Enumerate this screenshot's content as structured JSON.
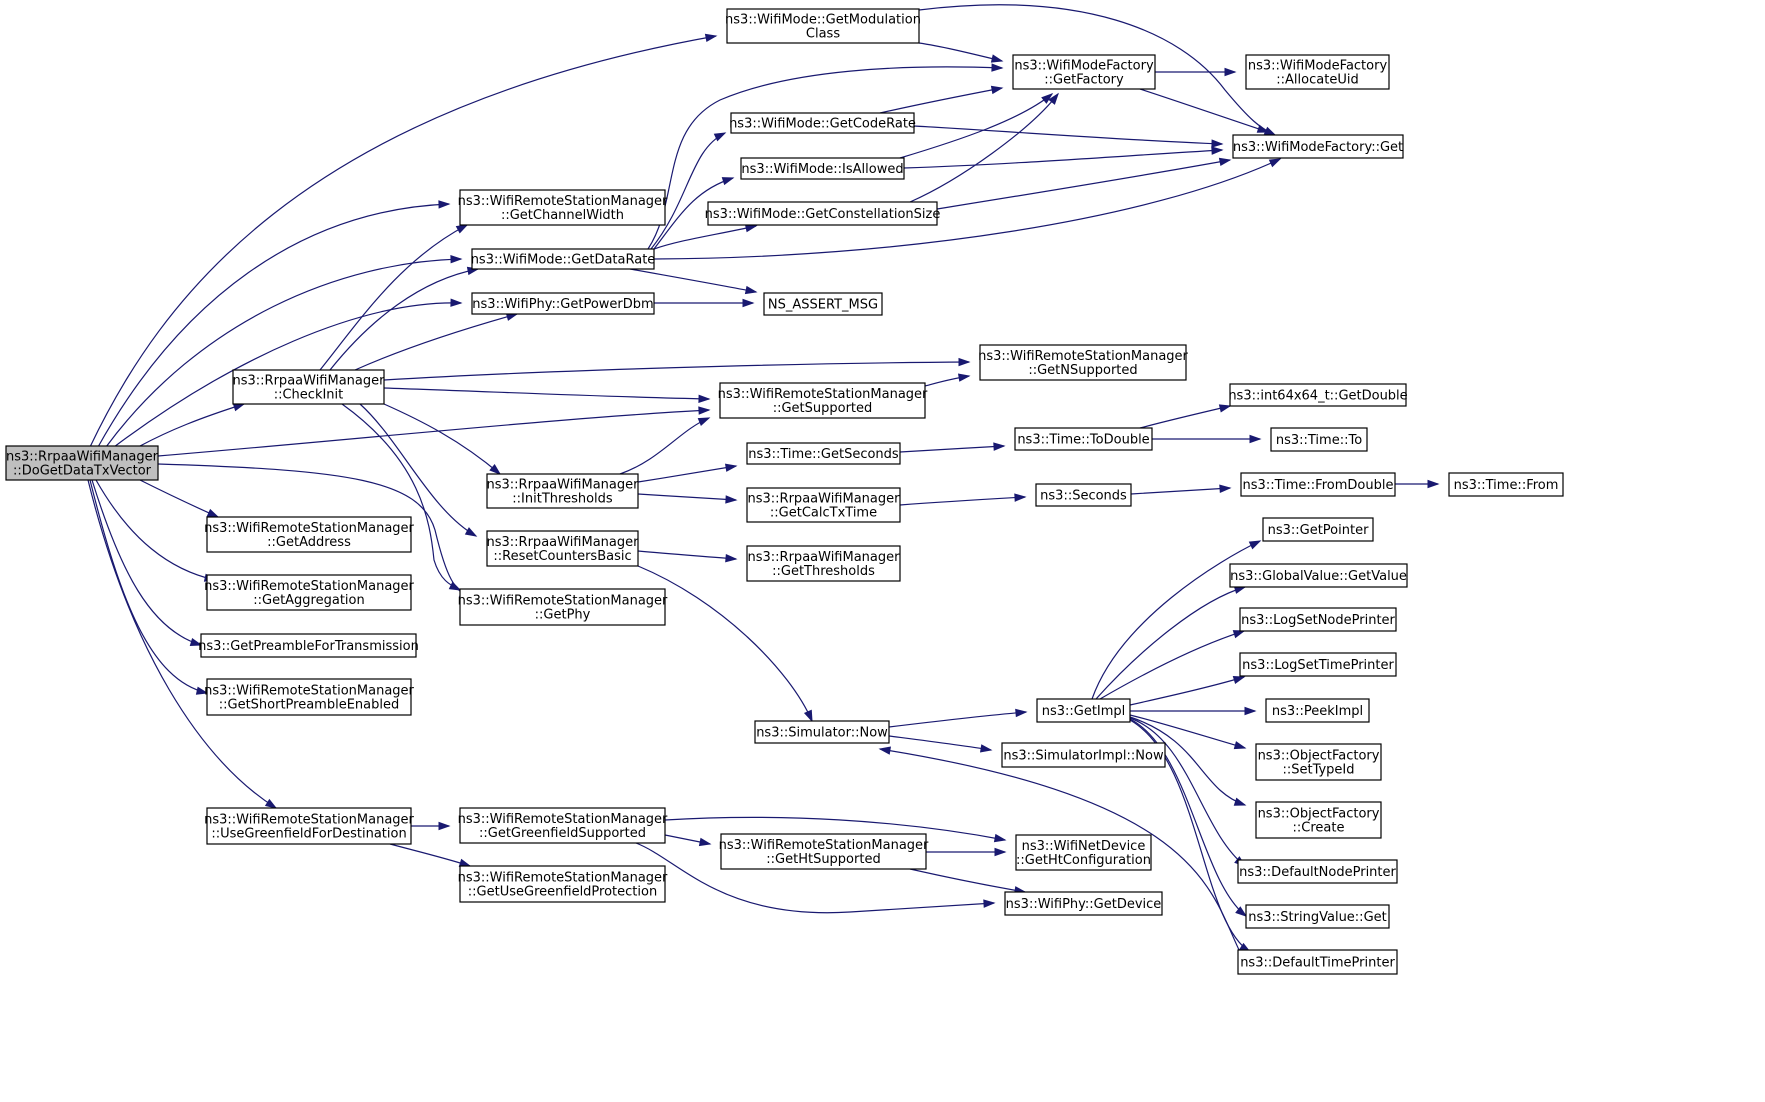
{
  "colors": {
    "edge": "#191970",
    "node_border": "#000000",
    "node_border_truncated": "#ff0000",
    "root_fill": "#bfbfbf",
    "node_fill": "#ffffff"
  },
  "nodes": [
    {
      "id": "root",
      "lines": [
        "ns3::RrpaaWifiManager",
        "::DoGetDataTxVector"
      ],
      "style": "root"
    },
    {
      "id": "getModulationClass",
      "lines": [
        "ns3::WifiMode::GetModulation",
        "Class"
      ],
      "style": "normal"
    },
    {
      "id": "modeFactoryGetFactory",
      "lines": [
        "ns3::WifiModeFactory",
        "::GetFactory"
      ],
      "style": "normal"
    },
    {
      "id": "allocateUid",
      "lines": [
        "ns3::WifiModeFactory",
        "::AllocateUid"
      ],
      "style": "normal"
    },
    {
      "id": "modeFactoryGet",
      "lines": [
        "ns3::WifiModeFactory::Get"
      ],
      "style": "normal"
    },
    {
      "id": "getCodeRate",
      "lines": [
        "ns3::WifiMode::GetCodeRate"
      ],
      "style": "normal"
    },
    {
      "id": "isAllowed",
      "lines": [
        "ns3::WifiMode::IsAllowed"
      ],
      "style": "normal"
    },
    {
      "id": "getConstellationSize",
      "lines": [
        "ns3::WifiMode::GetConstellationSize"
      ],
      "style": "normal"
    },
    {
      "id": "getChannelWidth",
      "lines": [
        "ns3::WifiRemoteStationManager",
        "::GetChannelWidth"
      ],
      "style": "normal"
    },
    {
      "id": "getDataRate",
      "lines": [
        "ns3::WifiMode::GetDataRate"
      ],
      "style": "normal"
    },
    {
      "id": "getPowerDbm",
      "lines": [
        "ns3::WifiPhy::GetPowerDbm"
      ],
      "style": "normal"
    },
    {
      "id": "nsAssertMsg",
      "lines": [
        "NS_ASSERT_MSG"
      ],
      "style": "normal"
    },
    {
      "id": "checkInit",
      "lines": [
        "ns3::RrpaaWifiManager",
        "::CheckInit"
      ],
      "style": "normal"
    },
    {
      "id": "getNSupported",
      "lines": [
        "ns3::WifiRemoteStationManager",
        "::GetNSupported"
      ],
      "style": "normal"
    },
    {
      "id": "getSupported",
      "lines": [
        "ns3::WifiRemoteStationManager",
        "::GetSupported"
      ],
      "style": "normal"
    },
    {
      "id": "getDouble",
      "lines": [
        "ns3::int64x64_t::GetDouble"
      ],
      "style": "normal"
    },
    {
      "id": "timeToDouble",
      "lines": [
        "ns3::Time::ToDouble"
      ],
      "style": "normal"
    },
    {
      "id": "timeTo",
      "lines": [
        "ns3::Time::To"
      ],
      "style": "truncated"
    },
    {
      "id": "timeGetSeconds",
      "lines": [
        "ns3::Time::GetSeconds"
      ],
      "style": "normal"
    },
    {
      "id": "initThresholds",
      "lines": [
        "ns3::RrpaaWifiManager",
        "::InitThresholds"
      ],
      "style": "normal"
    },
    {
      "id": "getCalcTxTime",
      "lines": [
        "ns3::RrpaaWifiManager",
        "::GetCalcTxTime"
      ],
      "style": "normal"
    },
    {
      "id": "seconds",
      "lines": [
        "ns3::Seconds"
      ],
      "style": "normal"
    },
    {
      "id": "timeFromDouble",
      "lines": [
        "ns3::Time::FromDouble"
      ],
      "style": "normal"
    },
    {
      "id": "timeFrom",
      "lines": [
        "ns3::Time::From"
      ],
      "style": "truncated"
    },
    {
      "id": "getAddress",
      "lines": [
        "ns3::WifiRemoteStationManager",
        "::GetAddress"
      ],
      "style": "normal"
    },
    {
      "id": "resetCountersBasic",
      "lines": [
        "ns3::RrpaaWifiManager",
        "::ResetCountersBasic"
      ],
      "style": "normal"
    },
    {
      "id": "getThresholds",
      "lines": [
        "ns3::RrpaaWifiManager",
        "::GetThresholds"
      ],
      "style": "normal"
    },
    {
      "id": "getPointer",
      "lines": [
        "ns3::GetPointer"
      ],
      "style": "truncated"
    },
    {
      "id": "getAggregation",
      "lines": [
        "ns3::WifiRemoteStationManager",
        "::GetAggregation"
      ],
      "style": "normal"
    },
    {
      "id": "getPhy",
      "lines": [
        "ns3::WifiRemoteStationManager",
        "::GetPhy"
      ],
      "style": "normal"
    },
    {
      "id": "globalValueGetValue",
      "lines": [
        "ns3::GlobalValue::GetValue"
      ],
      "style": "truncated"
    },
    {
      "id": "getPreambleForTransmission",
      "lines": [
        "ns3::GetPreambleForTransmission"
      ],
      "style": "normal"
    },
    {
      "id": "logSetNodePrinter",
      "lines": [
        "ns3::LogSetNodePrinter"
      ],
      "style": "normal"
    },
    {
      "id": "logSetTimePrinter",
      "lines": [
        "ns3::LogSetTimePrinter"
      ],
      "style": "truncated"
    },
    {
      "id": "getShortPreambleEnabled",
      "lines": [
        "ns3::WifiRemoteStationManager",
        "::GetShortPreambleEnabled"
      ],
      "style": "normal"
    },
    {
      "id": "getImpl",
      "lines": [
        "ns3::GetImpl"
      ],
      "style": "normal"
    },
    {
      "id": "peekImpl",
      "lines": [
        "ns3::PeekImpl"
      ],
      "style": "normal"
    },
    {
      "id": "simulatorNow",
      "lines": [
        "ns3::Simulator::Now"
      ],
      "style": "normal"
    },
    {
      "id": "simulatorImplNow",
      "lines": [
        "ns3::SimulatorImpl::Now"
      ],
      "style": "normal"
    },
    {
      "id": "objectFactorySetTypeId",
      "lines": [
        "ns3::ObjectFactory",
        "::SetTypeId"
      ],
      "style": "truncated"
    },
    {
      "id": "objectFactoryCreate",
      "lines": [
        "ns3::ObjectFactory",
        "::Create"
      ],
      "style": "truncated"
    },
    {
      "id": "useGreenfieldForDestination",
      "lines": [
        "ns3::WifiRemoteStationManager",
        "::UseGreenfieldForDestination"
      ],
      "style": "normal"
    },
    {
      "id": "getGreenfieldSupported",
      "lines": [
        "ns3::WifiRemoteStationManager",
        "::GetGreenfieldSupported"
      ],
      "style": "normal"
    },
    {
      "id": "getHtConfiguration",
      "lines": [
        "ns3::WifiNetDevice",
        "::GetHtConfiguration"
      ],
      "style": "normal"
    },
    {
      "id": "getHtSupported",
      "lines": [
        "ns3::WifiRemoteStationManager",
        "::GetHtSupported"
      ],
      "style": "normal"
    },
    {
      "id": "defaultNodePrinter",
      "lines": [
        "ns3::DefaultNodePrinter"
      ],
      "style": "truncated"
    },
    {
      "id": "getUseGreenfieldProtection",
      "lines": [
        "ns3::WifiRemoteStationManager",
        "::GetUseGreenfieldProtection"
      ],
      "style": "normal"
    },
    {
      "id": "wifiPhyGetDevice",
      "lines": [
        "ns3::WifiPhy::GetDevice"
      ],
      "style": "normal"
    },
    {
      "id": "stringValueGet",
      "lines": [
        "ns3::StringValue::Get"
      ],
      "style": "normal"
    },
    {
      "id": "defaultTimePrinter",
      "lines": [
        "ns3::DefaultTimePrinter"
      ],
      "style": "truncated"
    }
  ],
  "edges": [
    [
      "root",
      "getModulationClass"
    ],
    [
      "root",
      "getChannelWidth"
    ],
    [
      "root",
      "getDataRate"
    ],
    [
      "root",
      "getPowerDbm"
    ],
    [
      "root",
      "checkInit"
    ],
    [
      "root",
      "getSupported"
    ],
    [
      "root",
      "getPhy"
    ],
    [
      "root",
      "getAddress"
    ],
    [
      "root",
      "getAggregation"
    ],
    [
      "root",
      "getPreambleForTransmission"
    ],
    [
      "root",
      "getShortPreambleEnabled"
    ],
    [
      "root",
      "useGreenfieldForDestination"
    ],
    [
      "getModulationClass",
      "modeFactoryGetFactory"
    ],
    [
      "getModulationClass",
      "modeFactoryGet"
    ],
    [
      "modeFactoryGetFactory",
      "allocateUid"
    ],
    [
      "modeFactoryGetFactory",
      "modeFactoryGet"
    ],
    [
      "getCodeRate",
      "modeFactoryGetFactory"
    ],
    [
      "getCodeRate",
      "modeFactoryGet"
    ],
    [
      "isAllowed",
      "modeFactoryGetFactory"
    ],
    [
      "isAllowed",
      "modeFactoryGet"
    ],
    [
      "getConstellationSize",
      "modeFactoryGetFactory"
    ],
    [
      "getConstellationSize",
      "modeFactoryGet"
    ],
    [
      "getDataRate",
      "modeFactoryGetFactory"
    ],
    [
      "getDataRate",
      "getCodeRate"
    ],
    [
      "getDataRate",
      "isAllowed"
    ],
    [
      "getDataRate",
      "getConstellationSize"
    ],
    [
      "getDataRate",
      "modeFactoryGet"
    ],
    [
      "getDataRate",
      "nsAssertMsg"
    ],
    [
      "getPowerDbm",
      "nsAssertMsg"
    ],
    [
      "checkInit",
      "getChannelWidth"
    ],
    [
      "checkInit",
      "getDataRate"
    ],
    [
      "checkInit",
      "getPowerDbm"
    ],
    [
      "checkInit",
      "getNSupported"
    ],
    [
      "checkInit",
      "getSupported"
    ],
    [
      "checkInit",
      "initThresholds"
    ],
    [
      "checkInit",
      "resetCountersBasic"
    ],
    [
      "checkInit",
      "getPhy"
    ],
    [
      "getSupported",
      "getNSupported"
    ],
    [
      "initThresholds",
      "getSupported"
    ],
    [
      "initThresholds",
      "timeGetSeconds"
    ],
    [
      "initThresholds",
      "getCalcTxTime"
    ],
    [
      "timeGetSeconds",
      "timeToDouble"
    ],
    [
      "timeToDouble",
      "getDouble"
    ],
    [
      "timeToDouble",
      "timeTo"
    ],
    [
      "getCalcTxTime",
      "seconds"
    ],
    [
      "seconds",
      "timeFromDouble"
    ],
    [
      "timeFromDouble",
      "timeFrom"
    ],
    [
      "resetCountersBasic",
      "getThresholds"
    ],
    [
      "resetCountersBasic",
      "simulatorNow"
    ],
    [
      "simulatorNow",
      "getImpl"
    ],
    [
      "simulatorNow",
      "simulatorImplNow"
    ],
    [
      "getImpl",
      "getPointer"
    ],
    [
      "getImpl",
      "globalValueGetValue"
    ],
    [
      "getImpl",
      "logSetNodePrinter"
    ],
    [
      "getImpl",
      "logSetTimePrinter"
    ],
    [
      "getImpl",
      "peekImpl"
    ],
    [
      "getImpl",
      "objectFactorySetTypeId"
    ],
    [
      "getImpl",
      "objectFactoryCreate"
    ],
    [
      "getImpl",
      "defaultNodePrinter"
    ],
    [
      "getImpl",
      "stringValueGet"
    ],
    [
      "getImpl",
      "defaultTimePrinter"
    ],
    [
      "defaultTimePrinter",
      "simulatorNow"
    ],
    [
      "useGreenfieldForDestination",
      "getGreenfieldSupported"
    ],
    [
      "useGreenfieldForDestination",
      "getUseGreenfieldProtection"
    ],
    [
      "getGreenfieldSupported",
      "getHtConfiguration"
    ],
    [
      "getGreenfieldSupported",
      "getHtSupported"
    ],
    [
      "getGreenfieldSupported",
      "wifiPhyGetDevice"
    ],
    [
      "getHtSupported",
      "getHtConfiguration"
    ],
    [
      "getHtSupported",
      "wifiPhyGetDevice"
    ]
  ]
}
